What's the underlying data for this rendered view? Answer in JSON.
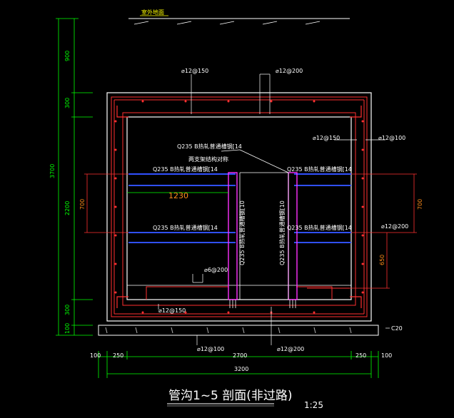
{
  "ground_label": "室外地面",
  "title": "管沟1~5 剖面(非过路)",
  "scale": "1:25",
  "rebar": {
    "top_left": "⌀12@150",
    "top_right": "⌀12@200",
    "right_wall_outer": "⌀12@100",
    "right_wall_inner": "⌀12@150",
    "right_mid": "⌀12@200",
    "haunch": "⌀6@200",
    "bottom_inner": "⌀12@150",
    "bottom_left": "⌀12@100",
    "bottom_right": "⌀12@200"
  },
  "steel": {
    "beam_top_left": "Q235 B热轧普通槽钢[14",
    "beam_top_right": "Q235 B热轧普通槽钢[14",
    "beam_mid_left": "Q235 B热轧普通槽钢[14",
    "beam_mid_right": "Q235 B热轧普通槽钢[14",
    "post_left": "Q235 B热轧普通槽钢[10",
    "post_right": "Q235 B热轧普通槽钢[10",
    "top_note_line1": "Q235 B热轧普通槽钢[14",
    "top_note_line2": "两支架结构对称"
  },
  "dims": {
    "left_900": "900",
    "left_300_top": "300",
    "left_2200": "2200",
    "left_300_bot": "300",
    "left_100": "100",
    "left_total": "3700",
    "inner_left_700": "700",
    "inner_right_700": "700",
    "right_650": "650",
    "span_1230": "1230",
    "bottom_100_left": "100",
    "bottom_250_left": "250",
    "bottom_2700": "2700",
    "bottom_250_right": "250",
    "bottom_100_right": "100",
    "bottom_total": "3200",
    "concrete": "C20"
  }
}
